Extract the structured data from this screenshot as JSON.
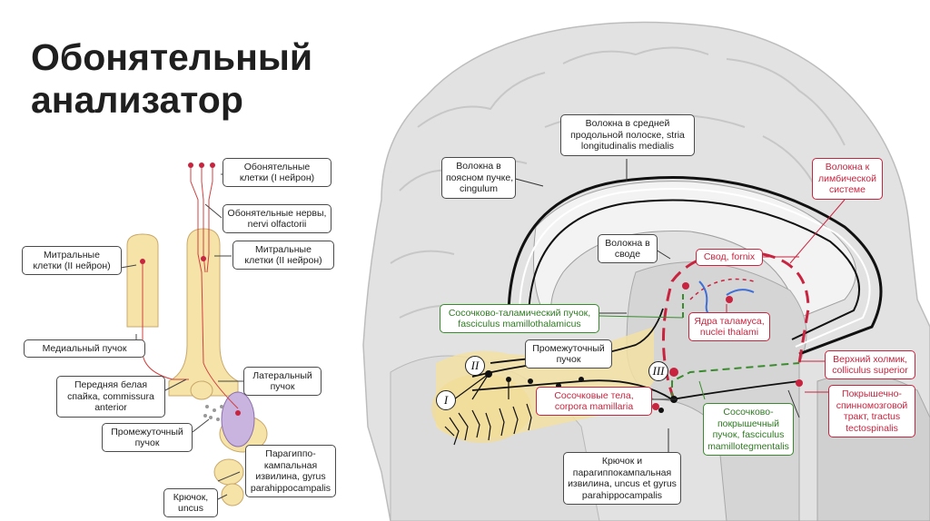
{
  "title": {
    "line1": "Обонятельный",
    "line2": "анализатор"
  },
  "left_labels": {
    "olfactory_cells": [
      "Обонятельные",
      "клетки (I нейрон)"
    ],
    "olfactory_nerves": [
      "Обонятельные нервы,",
      "nervi olfactorii"
    ],
    "mitral_right": [
      "Митральные",
      "клетки (II нейрон)"
    ],
    "mitral_left": [
      "Митральные",
      "клетки (II нейрон)"
    ],
    "medial_tract": [
      "Медиальный пучок"
    ],
    "anterior_commissure": [
      "Передняя белая",
      "спайка, commissura",
      "anterior"
    ],
    "lateral_tract": [
      "Латеральный",
      "пучок"
    ],
    "intermediate_tract": [
      "Промежуточный",
      "пучок"
    ],
    "parahippocampal": [
      "Парагиппо-",
      "кампальная",
      "извилина, gyrus",
      "parahippocampalis"
    ],
    "uncus": [
      "Крючок,",
      "uncus"
    ]
  },
  "brain_labels": {
    "stria_longitudinalis": [
      "Волокна в средней",
      "продольной полоске, stria",
      "longitudinalis medialis"
    ],
    "cingulum": [
      "Волокна в",
      "поясном пучке,",
      "cingulum"
    ],
    "fornix_fibers": [
      "Волокна в",
      "своде"
    ],
    "fornix": [
      "Свод, fornix"
    ],
    "limbic": [
      "Волокна к",
      "лимбической",
      "системе"
    ],
    "mamillothalamic": [
      "Сосочково-таламический пучок,",
      "fasciculus mamillothalamicus"
    ],
    "thalamic_nuclei": [
      "Ядра таламуса,",
      "nuclei thalami"
    ],
    "intermediate": [
      "Промежуточный",
      "пучок"
    ],
    "mamillary_bodies": [
      "Сосочковые тела,",
      "corpora mamillaria"
    ],
    "colliculus": [
      "Верхний холмик,",
      "colliculus superior"
    ],
    "tectospinal": [
      "Покрышечно-",
      "спинномозговой",
      "тракт, tractus",
      "tectospinalis"
    ],
    "mamillotegmental": [
      "Сосочково-",
      "покрышечный",
      "пучок, fasciculus",
      "mamillotegmentalis"
    ],
    "uncus_gyrus": [
      "Крючок и",
      "парагиппокампальная",
      "извилина, uncus et gyrus",
      "parahippocampalis"
    ]
  },
  "neuron_markers": {
    "first": "I",
    "second": "II",
    "third": "III"
  },
  "colors": {
    "red": "#c8243f",
    "green": "#3a8a2e",
    "yellow": "#f6e3a8",
    "purple": "#c9b3df",
    "brain_gray": "#e4e4e4"
  }
}
